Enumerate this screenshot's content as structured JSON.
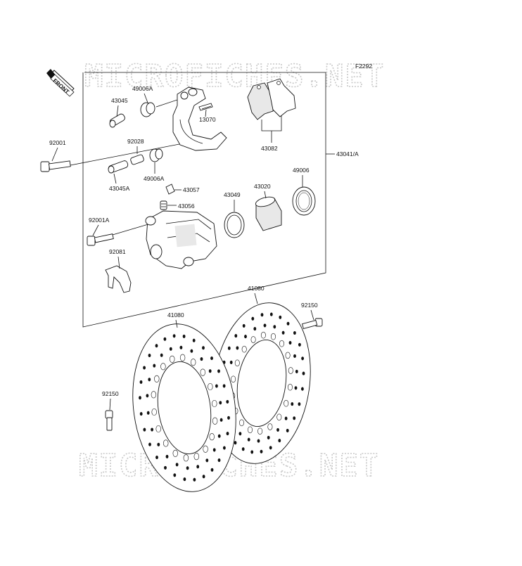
{
  "figure_code": "F2292",
  "watermark": "MICROFICHES.NET",
  "front_marker": "FRONT",
  "labels": {
    "p92001": "92001",
    "p43045": "43045",
    "p49006a_top": "49006A",
    "p13070": "13070",
    "p43082": "43082",
    "p43041a": "43041/A",
    "p92028": "92028",
    "p43045a": "43045A",
    "p49006a_mid": "49006A",
    "p43057": "43057",
    "p43056": "43056",
    "p92001a": "92001A",
    "p43049": "43049",
    "p43020": "43020",
    "p49006": "49006",
    "p92081": "92081",
    "p41080_back": "41080",
    "p41080_front": "41080",
    "p92150_right": "92150",
    "p92150_left": "92150"
  }
}
